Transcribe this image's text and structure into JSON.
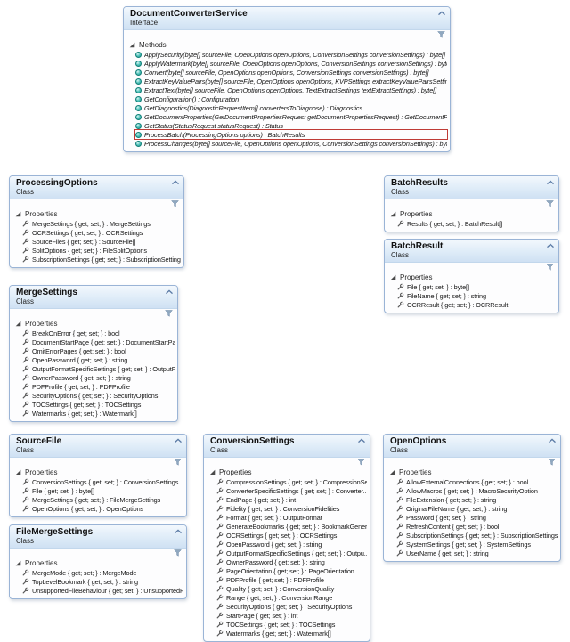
{
  "colors": {
    "box_border": "#9ab4d6",
    "header_gradient_top": "#f3f8fd",
    "header_gradient_bottom": "#cfe1f3",
    "highlight_outline": "#bf3b36",
    "method_icon": "#2fa9a1",
    "property_icon": "#5a5a5a",
    "filter_icon": "#90a8c0"
  },
  "icons": {
    "collapse-chevron-icon": "chevron-up",
    "section-expander-icon": "filled-triangle",
    "filter-icon": "funnel",
    "method-icon": "teal-sphere",
    "property-icon": "wrench"
  },
  "diagram": {
    "classes": [
      {
        "slug": "document-converter-service",
        "title": "DocumentConverterService",
        "kind": "Interface",
        "section": "Methods",
        "member_kind": "method",
        "members": [
          {
            "text": "ApplySecurity(byte[] sourceFile, OpenOptions openOptions, ConversionSettings conversionSettings) : byte[]"
          },
          {
            "text": "ApplyWatermark(byte[] sourceFile, OpenOptions openOptions, ConversionSettings conversionSettings) : byte[]"
          },
          {
            "text": "Convert(byte[] sourceFile, OpenOptions openOptions, ConversionSettings conversionSettings) : byte[]"
          },
          {
            "text": "ExtractKeyValuePairs(byte[] sourceFile, OpenOptions openOptions, KVPSettings extractKeyValuePairsSettings) : byte[]"
          },
          {
            "text": "ExtractText(byte[] sourceFile, OpenOptions openOptions, TextExtractSettings textExtractSettings) : byte[]"
          },
          {
            "text": "GetConfiguration() : Configuration"
          },
          {
            "text": "GetDiagnostics(DiagnosticRequestItem[] convertersToDiagnose) : Diagnostics"
          },
          {
            "text": "GetDocumentProperties(GetDocumentPropertiesRequest getDocumentPropertiesRequest) : GetDocumentPropertie..."
          },
          {
            "text": "GetStatus(StatusRequest statusRequest) : Status"
          },
          {
            "text": "ProcessBatch(ProcessingOptions options) : BatchResults",
            "highlight": true
          },
          {
            "text": "ProcessChanges(byte[] sourceFile, OpenOptions openOptions, ConversionSettings conversionSettings) : byte[]"
          }
        ]
      },
      {
        "slug": "processing-options",
        "title": "ProcessingOptions",
        "kind": "Class",
        "section": "Properties",
        "member_kind": "property",
        "members": [
          {
            "text": "MergeSettings { get; set; } : MergeSettings"
          },
          {
            "text": "OCRSettings { get; set; } : OCRSettings"
          },
          {
            "text": "SourceFiles { get; set; } : SourceFile[]"
          },
          {
            "text": "SplitOptions { get; set; } : FileSplitOptions"
          },
          {
            "text": "SubscriptionSettings { get; set; } : SubscriptionSettings"
          }
        ]
      },
      {
        "slug": "batch-results",
        "title": "BatchResults",
        "kind": "Class",
        "section": "Properties",
        "member_kind": "property",
        "members": [
          {
            "text": "Results { get; set; } : BatchResult[]"
          }
        ]
      },
      {
        "slug": "batch-result",
        "title": "BatchResult",
        "kind": "Class",
        "section": "Properties",
        "member_kind": "property",
        "members": [
          {
            "text": "File { get; set; } : byte[]"
          },
          {
            "text": "FileName { get; set; } : string"
          },
          {
            "text": "OCRResult { get; set; } : OCRResult"
          }
        ]
      },
      {
        "slug": "merge-settings",
        "title": "MergeSettings",
        "kind": "Class",
        "section": "Properties",
        "member_kind": "property",
        "members": [
          {
            "text": "BreakOnError { get; set; } : bool"
          },
          {
            "text": "DocumentStartPage { get; set; } : DocumentStartPage"
          },
          {
            "text": "OmitErrorPages { get; set; } : bool"
          },
          {
            "text": "OpenPassword { get; set; } : string"
          },
          {
            "text": "OutputFormatSpecificSettings { get; set; } : OutputFor..."
          },
          {
            "text": "OwnerPassword { get; set; } : string"
          },
          {
            "text": "PDFProfile { get; set; } : PDFProfile"
          },
          {
            "text": "SecurityOptions { get; set; } : SecurityOptions"
          },
          {
            "text": "TOCSettings { get; set; } : TOCSettings"
          },
          {
            "text": "Watermarks { get; set; } : Watermark[]"
          }
        ]
      },
      {
        "slug": "source-file",
        "title": "SourceFile",
        "kind": "Class",
        "section": "Properties",
        "member_kind": "property",
        "members": [
          {
            "text": "ConversionSettings { get; set; } : ConversionSettings"
          },
          {
            "text": "File { get; set; } : byte[]"
          },
          {
            "text": "MergeSettings { get; set; } : FileMergeSettings"
          },
          {
            "text": "OpenOptions { get; set; } : OpenOptions"
          }
        ]
      },
      {
        "slug": "conversion-settings",
        "title": "ConversionSettings",
        "kind": "Class",
        "section": "Properties",
        "member_kind": "property",
        "members": [
          {
            "text": "CompressionSettings { get; set; } : CompressionSe..."
          },
          {
            "text": "ConverterSpecificSettings { get; set; } : Converter..."
          },
          {
            "text": "EndPage { get; set; } : int"
          },
          {
            "text": "Fidelity { get; set; } : ConversionFidelities"
          },
          {
            "text": "Format { get; set; } : OutputFormat"
          },
          {
            "text": "GenerateBookmarks { get; set; } : BookmarkGener..."
          },
          {
            "text": "OCRSettings { get; set; } : OCRSettings"
          },
          {
            "text": "OpenPassword { get; set; } : string"
          },
          {
            "text": "OutputFormatSpecificSettings { get; set; } : Outpu..."
          },
          {
            "text": "OwnerPassword { get; set; } : string"
          },
          {
            "text": "PageOrientation { get; set; } : PageOrientation"
          },
          {
            "text": "PDFProfile { get; set; } : PDFProfile"
          },
          {
            "text": "Quality { get; set; } : ConversionQuality"
          },
          {
            "text": "Range { get; set; } : ConversionRange"
          },
          {
            "text": "SecurityOptions { get; set; } : SecurityOptions"
          },
          {
            "text": "StartPage { get; set; } : int"
          },
          {
            "text": "TOCSettings { get; set; } : TOCSettings"
          },
          {
            "text": "Watermarks { get; set; } : Watermark[]"
          }
        ]
      },
      {
        "slug": "open-options",
        "title": "OpenOptions",
        "kind": "Class",
        "section": "Properties",
        "member_kind": "property",
        "members": [
          {
            "text": "AllowExternalConnections { get; set; } : bool"
          },
          {
            "text": "AllowMacros { get; set; } : MacroSecurityOption"
          },
          {
            "text": "FileExtension { get; set; } : string"
          },
          {
            "text": "OriginalFileName { get; set; } : string"
          },
          {
            "text": "Password { get; set; } : string"
          },
          {
            "text": "RefreshContent { get; set; } : bool"
          },
          {
            "text": "SubscriptionSettings { get; set; } : SubscriptionSettings"
          },
          {
            "text": "SystemSettings { get; set; } : SystemSettings"
          },
          {
            "text": "UserName { get; set; } : string"
          }
        ]
      },
      {
        "slug": "file-merge-settings",
        "title": "FileMergeSettings",
        "kind": "Class",
        "section": "Properties",
        "member_kind": "property",
        "members": [
          {
            "text": "MergeMode { get; set; } : MergeMode"
          },
          {
            "text": "TopLevelBookmark { get; set; } : string"
          },
          {
            "text": "UnsupportedFileBehaviour { get; set; } : UnsupportedFil..."
          }
        ]
      }
    ]
  }
}
